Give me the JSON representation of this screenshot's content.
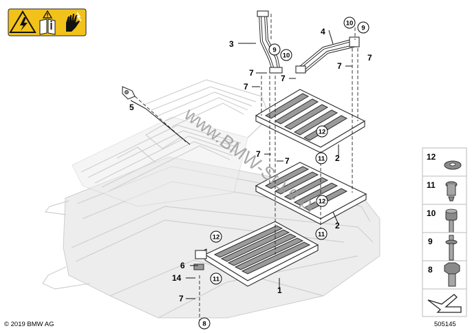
{
  "watermark": "www.BMW-Store.pl",
  "copyright": "© 2019 BMW AG",
  "diagram_id": "505145",
  "warning_icons": [
    "electric-hazard-icon",
    "read-manual-icon",
    "no-hand-contact-icon"
  ],
  "colors": {
    "warning_yellow": "#f2c21b",
    "legend_border": "#b8b8b8",
    "watermark": "#9b9b9b"
  },
  "labels": {
    "l1": "1",
    "l2a": "2",
    "l2b": "2",
    "l3": "3",
    "l4": "4",
    "l5": "5",
    "l6": "6",
    "l7a": "7",
    "l7b": "7",
    "l7c": "7",
    "l7d": "7",
    "l7e": "7",
    "l7f": "7",
    "l7g": "7",
    "l7h": "7",
    "l14": "14"
  },
  "callouts": {
    "c8": "8",
    "c9a": "9",
    "c9b": "9",
    "c10a": "10",
    "c10b": "10",
    "c11a": "11",
    "c11b": "11",
    "c11c": "11",
    "c12a": "12",
    "c12b": "12",
    "c12c": "12"
  },
  "legend": {
    "items": [
      {
        "num": "12",
        "icon": "washer-icon"
      },
      {
        "num": "11",
        "icon": "expanding-rivet-icon"
      },
      {
        "num": "10",
        "icon": "socket-head-screw-icon"
      },
      {
        "num": "9",
        "icon": "stud-bolt-icon"
      },
      {
        "num": "8",
        "icon": "hex-bolt-icon"
      }
    ],
    "nav_icon": "arrow-icon"
  }
}
